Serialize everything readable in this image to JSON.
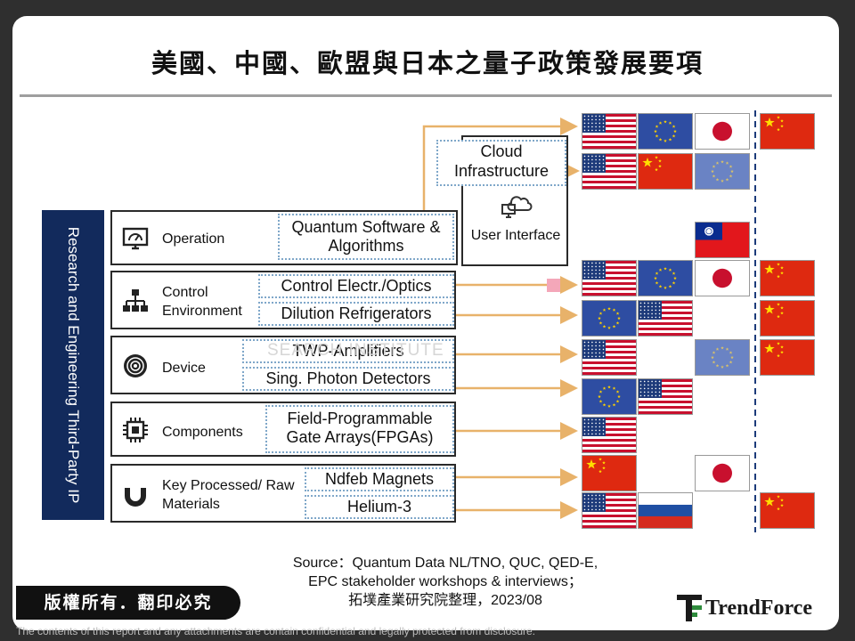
{
  "title": "美國、中國、歐盟與日本之量子政策發展要項",
  "side_label": "Research and Engineering Third-Party IP",
  "cloud": {
    "title": "Cloud Infrastructure",
    "sub": "User Interface"
  },
  "layers": [
    {
      "label": "Operation",
      "icon": "monitor-gauge-icon",
      "subs": [
        "Quantum Software & Algorithms"
      ]
    },
    {
      "label": "Control Environment",
      "icon": "org-chart-icon",
      "subs": [
        "Control Electr./Optics",
        "Dilution Refrigerators"
      ]
    },
    {
      "label": "Device",
      "icon": "disc-icon",
      "subs": [
        "TWP-Amplifiers",
        "Sing. Photon Detectors"
      ]
    },
    {
      "label": "Components",
      "icon": "chip-icon",
      "subs": [
        "Field-Programmable Gate Arrays(FPGAs)"
      ]
    },
    {
      "label": "Key Processed/ Raw Materials",
      "icon": "magnet-icon",
      "subs": [
        "Ndfeb Magnets",
        "Helium-3"
      ]
    }
  ],
  "flag_rows": [
    {
      "row": "Cloud Infrastructure 1",
      "left": [
        "us",
        "eu",
        "jp"
      ],
      "right": [
        "cn"
      ]
    },
    {
      "row": "Cloud Infrastructure 2",
      "left": [
        "us",
        "cn",
        "eu"
      ],
      "right": []
    },
    {
      "row": "Quantum Software & Algorithms",
      "left": [
        "",
        "",
        "tw"
      ],
      "right": []
    },
    {
      "row": "Control Electr./Optics",
      "left": [
        "us",
        "eu",
        "jp"
      ],
      "right": [
        "cn"
      ]
    },
    {
      "row": "Dilution Refrigerators",
      "left": [
        "eu",
        "us"
      ],
      "right": [
        "cn"
      ]
    },
    {
      "row": "TWP-Amplifiers",
      "left": [
        "us",
        "",
        "eu"
      ],
      "right": [
        "cn"
      ]
    },
    {
      "row": "Sing. Photon Detectors",
      "left": [
        "eu",
        "us"
      ],
      "right": []
    },
    {
      "row": "FPGAs",
      "left": [
        "us"
      ],
      "right": []
    },
    {
      "row": "Ndfeb Magnets",
      "left": [
        "cn",
        "",
        "jp"
      ],
      "right": []
    },
    {
      "row": "Helium-3",
      "left": [
        "us",
        "ru"
      ],
      "right": [
        "cn"
      ]
    }
  ],
  "watermark": "SEARCH INSTITUTE",
  "source_lines": [
    "Source：Quantum Data NL/TNO, QUC, QED-E,",
    "EPC stakeholder workshops & interviews；",
    "拓墣產業研究院整理，2023/08"
  ],
  "copyright": "版權所有．翻印必究",
  "logo": "TrendForce",
  "footer": "The contents of this report and any attachments are contain confidential and legally protected from disclosure.",
  "colors": {
    "navy": "#122a5c",
    "arrow": "#e8b26a",
    "dotted": "#7fa7c9",
    "dash_line": "#1c3b7a"
  }
}
